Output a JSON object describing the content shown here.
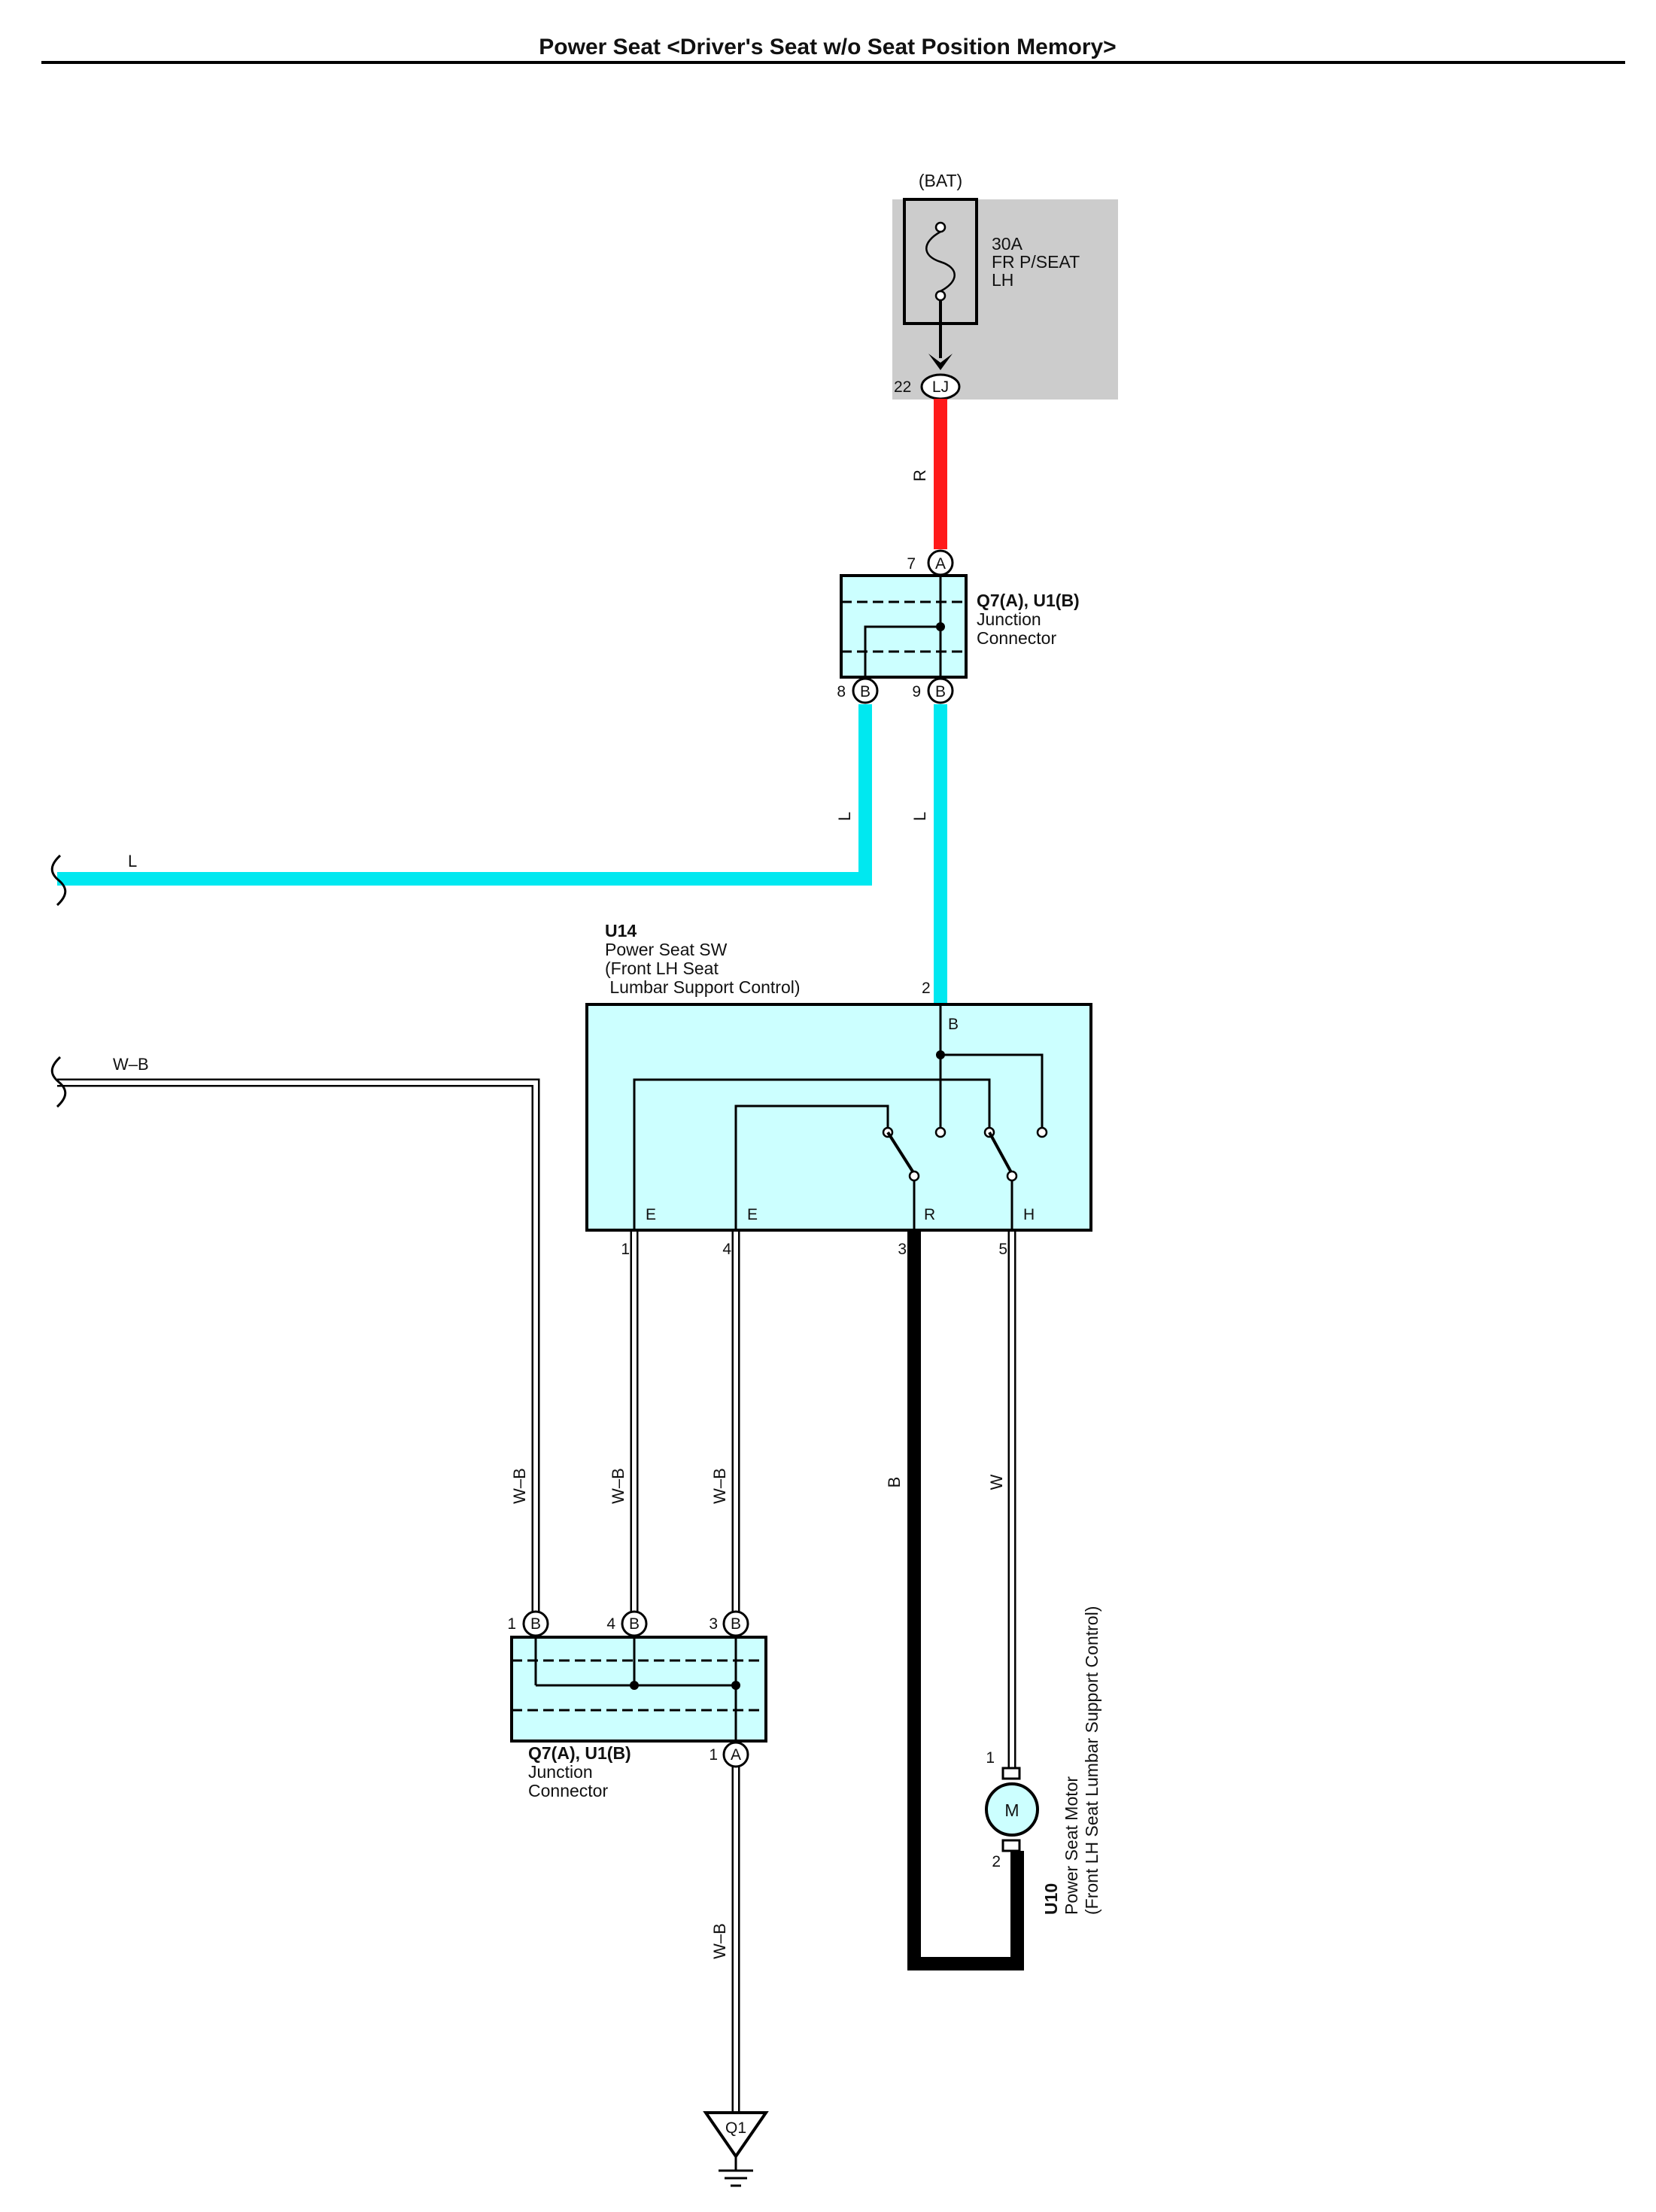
{
  "title": "Power Seat <Driver's Seat w/o Seat Position Memory>",
  "colors": {
    "red_wire": "#ff1a1a",
    "blue_wire": "#00e8f0",
    "black_wire": "#000000",
    "component_fill": "#ccffff",
    "fuse_box_fill": "#cccccc"
  },
  "fuse": {
    "source": "(BAT)",
    "rating": "30A",
    "name_line1": "FR P/SEAT",
    "name_line2": "LH",
    "pin": "22",
    "connector": "LJ"
  },
  "junction_top": {
    "label_line1": "Q7(A), U1(B)",
    "label_line2": "Junction",
    "label_line3": "Connector",
    "pins": [
      {
        "num": "7",
        "conn": "A"
      },
      {
        "num": "8",
        "conn": "B"
      },
      {
        "num": "9",
        "conn": "B"
      }
    ]
  },
  "switch": {
    "code": "U14",
    "name_line1": "Power Seat SW",
    "name_line2": "(Front LH Seat",
    "name_line3": " Lumbar Support Control)",
    "top_pin": "2",
    "top_terminal": "B",
    "terminals": [
      {
        "name": "E",
        "pin": "1"
      },
      {
        "name": "E",
        "pin": "4"
      },
      {
        "name": "R",
        "pin": "3"
      },
      {
        "name": "H",
        "pin": "5"
      }
    ]
  },
  "junction_bottom": {
    "label_line1": "Q7(A), U1(B)",
    "label_line2": "Junction",
    "label_line3": "Connector",
    "pins": [
      {
        "num": "1",
        "conn": "B"
      },
      {
        "num": "4",
        "conn": "B"
      },
      {
        "num": "3",
        "conn": "B"
      },
      {
        "num": "1",
        "conn": "A"
      }
    ]
  },
  "motor": {
    "code": "U10",
    "name_line1": "Power Seat Motor",
    "name_line2": "(Front LH Seat Lumbar Support Control)",
    "symbol": "M",
    "pin_top": "1",
    "pin_bottom": "2"
  },
  "ground": {
    "label": "Q1"
  },
  "wires": {
    "red": "R",
    "blue_left": "L",
    "blue_right": "L",
    "blue_horizontal": "L",
    "wb_horizontal": "W–B",
    "wb_far_left": "W–B",
    "wb_pin1": "W–B",
    "wb_pin4": "W–B",
    "black": "B",
    "white": "W",
    "wb_ground": "W–B"
  }
}
